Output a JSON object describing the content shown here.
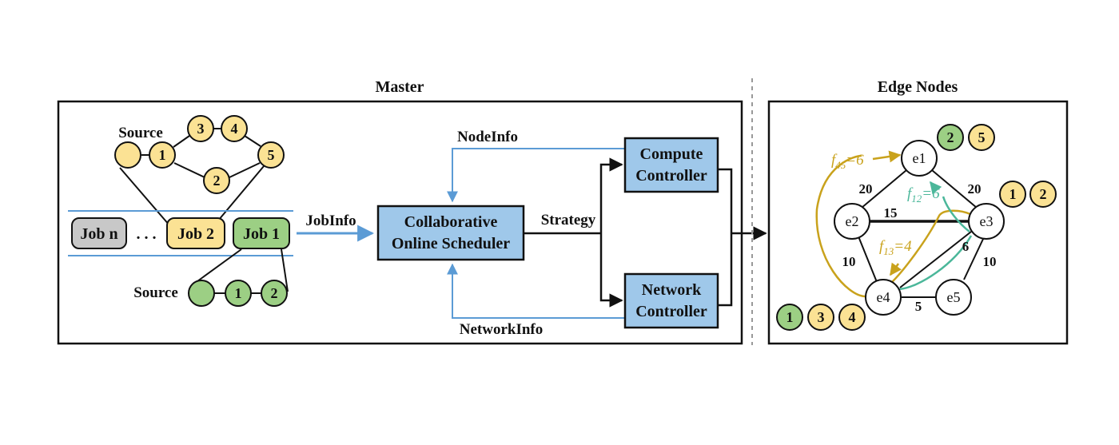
{
  "master": {
    "title": "Master"
  },
  "edge": {
    "title": "Edge Nodes"
  },
  "queue": {
    "dots": ". . .",
    "jobs": {
      "n": "Job n",
      "j2": "Job 2",
      "j1": "Job 1"
    }
  },
  "dag_yellow": {
    "source_label": "Source",
    "tasks": [
      "1",
      "2",
      "3",
      "4",
      "5"
    ]
  },
  "dag_green": {
    "source_label": "Source",
    "tasks": [
      "1",
      "2"
    ]
  },
  "arrows": {
    "jobinfo": "JobInfo",
    "nodeinfo": "NodeInfo",
    "networkinfo": "NetworkInfo",
    "strategy": "Strategy"
  },
  "scheduler": {
    "line1": "Collaborative",
    "line2": "Online Scheduler"
  },
  "compute_controller": {
    "line1": "Compute",
    "line2": "Controller"
  },
  "network_controller": {
    "line1": "Network",
    "line2": "Controller"
  },
  "graph": {
    "nodes": [
      "e1",
      "e2",
      "e3",
      "e4",
      "e5"
    ],
    "weights": {
      "e1_e2": "20",
      "e1_e3": "20",
      "e2_e3": "15",
      "e2_e4": "10",
      "e3_e4": "6",
      "e3_e5": "10",
      "e4_e5": "5"
    },
    "flows": {
      "f45": {
        "label": "f",
        "sub": "45",
        "val": "=6"
      },
      "f12": {
        "label": "f",
        "sub": "12",
        "val": "=6"
      },
      "f13": {
        "label": "f",
        "sub": "13",
        "val": "=4"
      }
    },
    "e1_tasks": [
      "2",
      "5"
    ],
    "e3_tasks": [
      "1",
      "2"
    ],
    "e4_tasks": [
      "1",
      "3",
      "4"
    ]
  },
  "colors": {
    "yellow": "#fbe294",
    "green": "#9ccf84",
    "gray": "#c8c8c8",
    "blue_box": "#9fc8ea",
    "blue_line": "#5b9bd5",
    "flow_yellow": "#c9a21c",
    "flow_teal": "#4bb79a"
  }
}
